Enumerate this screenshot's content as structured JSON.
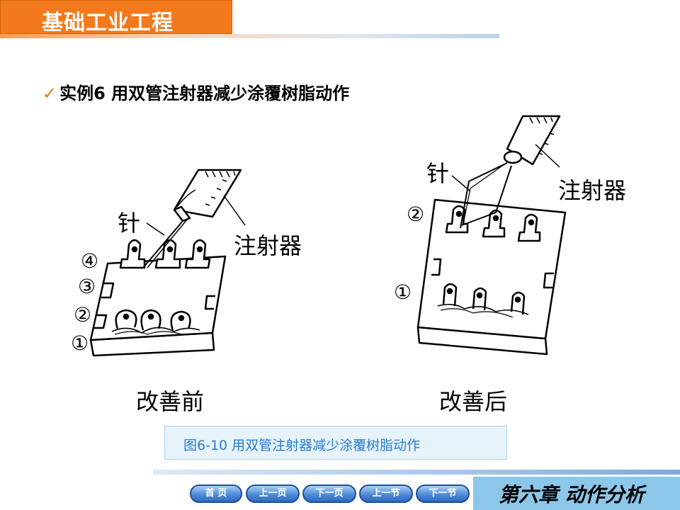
{
  "header": {
    "title": "基础工业工程"
  },
  "slide": {
    "heading": "实例6   用双管注射器减少涂覆树脂动作",
    "check_icon": "checkmark-icon"
  },
  "figure": {
    "left": {
      "needle_label": "针",
      "syringe_label": "注射器",
      "steps": [
        "④",
        "③",
        "②",
        "①"
      ],
      "caption": "改善前"
    },
    "right": {
      "needle_label": "针",
      "syringe_label": "注射器",
      "steps": [
        "②",
        "①"
      ],
      "caption": "改善后"
    },
    "caption": "图6-10   用双管注射器减少涂覆树脂动作"
  },
  "nav": {
    "home": "首 页",
    "prev_page": "上一页",
    "next_page": "下一页",
    "prev_section": "上一节",
    "next_section": "下一节"
  },
  "footer": {
    "chapter": "第六章 动作分析"
  },
  "colors": {
    "title_bg": "#f27a1c",
    "caption_bg": "#e6f3fb",
    "caption_text": "#2c7bd0",
    "chapter_bg": "#8cc7ea"
  }
}
